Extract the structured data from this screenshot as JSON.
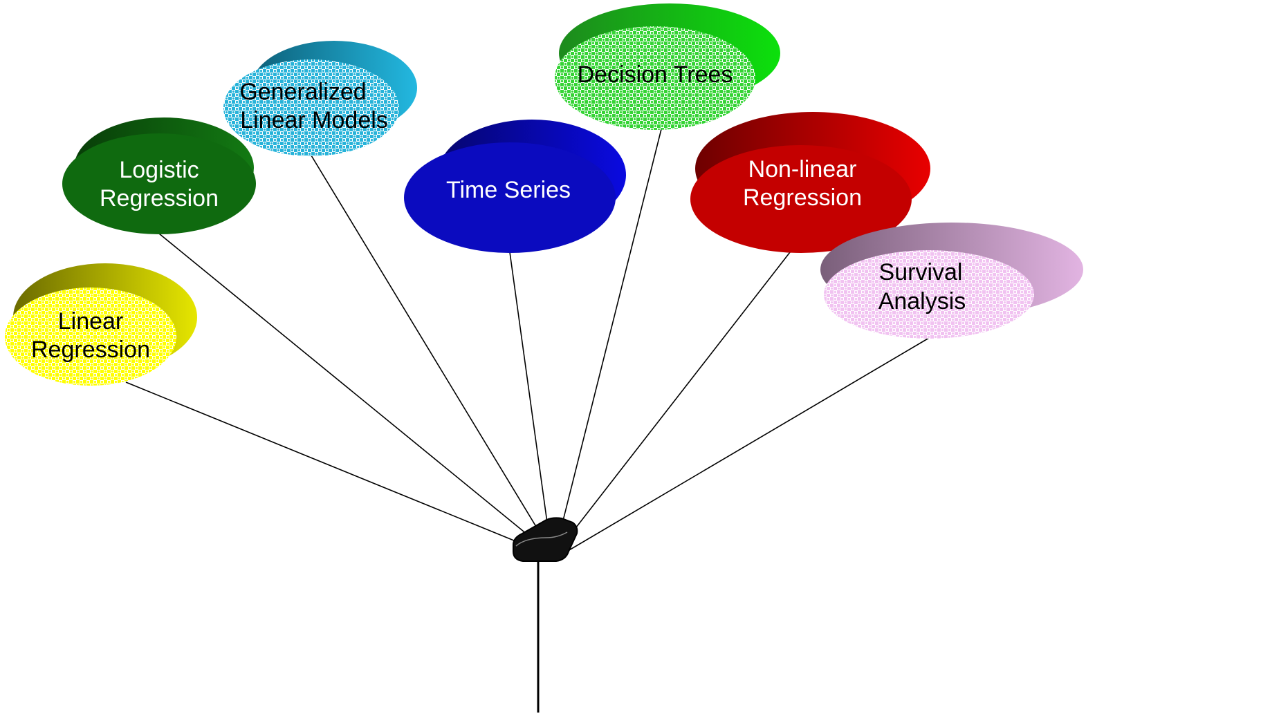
{
  "diagram": {
    "hub": {
      "name": "balloon-hub"
    },
    "balloons": [
      {
        "id": "linear-regression",
        "lines": [
          "Linear",
          "Regression"
        ],
        "color": "#ffff00",
        "pattern": "checkered",
        "text_color": "#000000"
      },
      {
        "id": "logistic-regression",
        "lines": [
          "Logistic",
          "Regression"
        ],
        "color": "#0f6a0f",
        "pattern": "solid",
        "text_color": "#ffffff"
      },
      {
        "id": "generalized-linear-models",
        "lines": [
          "Generalized",
          "Linear Models"
        ],
        "color": "#27b3d9",
        "pattern": "checkered",
        "text_color": "#000000"
      },
      {
        "id": "time-series",
        "lines": [
          "Time Series"
        ],
        "color": "#0b0bbf",
        "pattern": "solid",
        "text_color": "#ffffff"
      },
      {
        "id": "decision-trees",
        "lines": [
          "Decision Trees"
        ],
        "color": "#35d435",
        "pattern": "checkered",
        "text_color": "#000000"
      },
      {
        "id": "non-linear-regression",
        "lines": [
          "Non-linear",
          "Regression"
        ],
        "color": "#c40000",
        "pattern": "solid",
        "text_color": "#ffffff"
      },
      {
        "id": "survival-analysis",
        "lines": [
          "Survival",
          "Analysis"
        ],
        "color": "#f1c2f1",
        "pattern": "checkered",
        "text_color": "#000000"
      }
    ]
  }
}
